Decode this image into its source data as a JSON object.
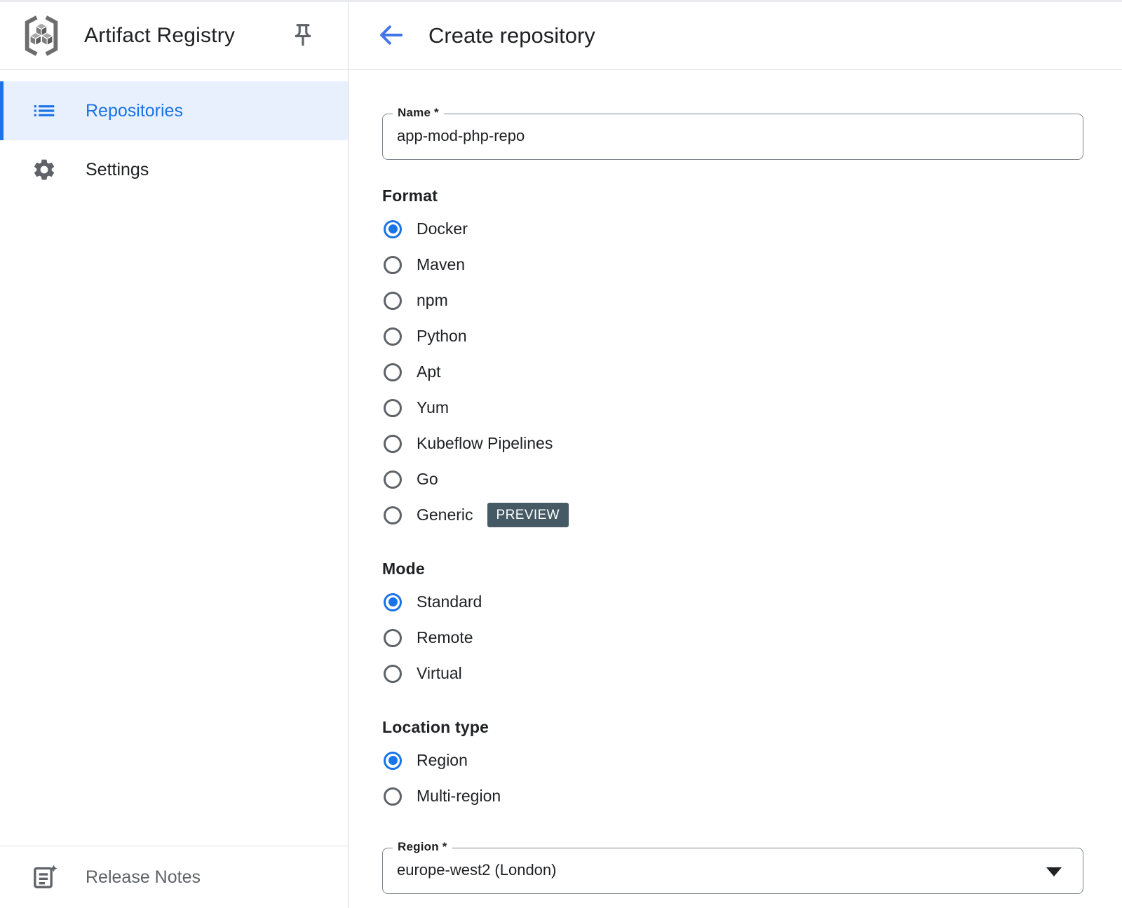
{
  "app": {
    "title": "Artifact Registry"
  },
  "sidebar": {
    "items": [
      {
        "label": "Repositories",
        "icon": "list-icon",
        "selected": true
      },
      {
        "label": "Settings",
        "icon": "gear-icon",
        "selected": false
      }
    ],
    "footer": {
      "label": "Release Notes",
      "icon": "release-notes-icon"
    }
  },
  "header": {
    "title": "Create repository"
  },
  "form": {
    "name_field": {
      "label": "Name *",
      "value": "app-mod-php-repo"
    },
    "format": {
      "label": "Format",
      "options": [
        {
          "label": "Docker",
          "selected": true
        },
        {
          "label": "Maven",
          "selected": false
        },
        {
          "label": "npm",
          "selected": false
        },
        {
          "label": "Python",
          "selected": false
        },
        {
          "label": "Apt",
          "selected": false
        },
        {
          "label": "Yum",
          "selected": false
        },
        {
          "label": "Kubeflow Pipelines",
          "selected": false
        },
        {
          "label": "Go",
          "selected": false
        },
        {
          "label": "Generic",
          "selected": false,
          "badge": "PREVIEW"
        }
      ]
    },
    "mode": {
      "label": "Mode",
      "options": [
        {
          "label": "Standard",
          "selected": true
        },
        {
          "label": "Remote",
          "selected": false
        },
        {
          "label": "Virtual",
          "selected": false
        }
      ]
    },
    "location_type": {
      "label": "Location type",
      "options": [
        {
          "label": "Region",
          "selected": true
        },
        {
          "label": "Multi-region",
          "selected": false
        }
      ]
    },
    "region_field": {
      "label": "Region *",
      "value": "europe-west2 (London)"
    }
  },
  "colors": {
    "accent": "#1a73e8",
    "selected_item_bg": "#e8f0fe",
    "badge_bg": "#455a64",
    "divider": "#e0e0e0",
    "text_primary": "#202124",
    "icon_gray": "#5f6368"
  }
}
